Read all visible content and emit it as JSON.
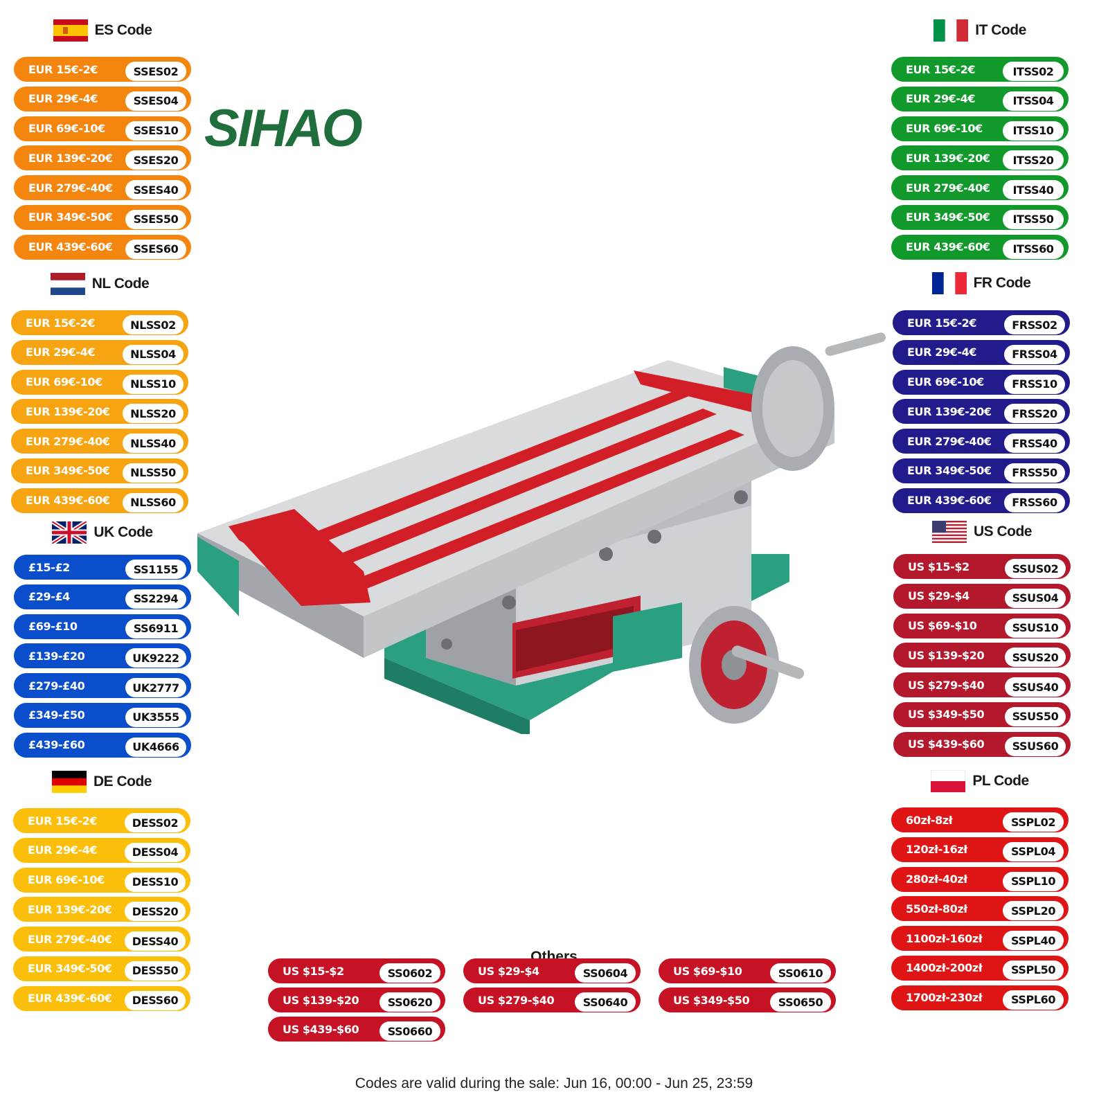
{
  "brand": {
    "logo_text": "SIHAO"
  },
  "colors": {
    "es": "#f4850f",
    "nl": "#f6a411",
    "uk": "#0b4ecb",
    "de": "#fbbe0b",
    "it": "#119a2b",
    "fr": "#211b8c",
    "us": "#b3182c",
    "pl": "#df1515",
    "others": "#c51225"
  },
  "sections": {
    "es": {
      "title": "ES Code",
      "flag": "flag-spain-icon",
      "items": [
        {
          "label": "EUR 15€-2€",
          "code": "SSES02"
        },
        {
          "label": "EUR 29€-4€",
          "code": "SSES04"
        },
        {
          "label": "EUR 69€-10€",
          "code": "SSES10"
        },
        {
          "label": "EUR 139€-20€",
          "code": "SSES20"
        },
        {
          "label": "EUR 279€-40€",
          "code": "SSES40"
        },
        {
          "label": "EUR 349€-50€",
          "code": "SSES50"
        },
        {
          "label": "EUR 439€-60€",
          "code": "SSES60"
        }
      ]
    },
    "nl": {
      "title": "NL Code",
      "flag": "flag-netherlands-icon",
      "items": [
        {
          "label": "EUR 15€-2€",
          "code": "NLSS02"
        },
        {
          "label": "EUR 29€-4€",
          "code": "NLSS04"
        },
        {
          "label": "EUR 69€-10€",
          "code": "NLSS10"
        },
        {
          "label": "EUR 139€-20€",
          "code": "NLSS20"
        },
        {
          "label": "EUR 279€-40€",
          "code": "NLSS40"
        },
        {
          "label": "EUR 349€-50€",
          "code": "NLSS50"
        },
        {
          "label": "EUR 439€-60€",
          "code": "NLSS60"
        }
      ]
    },
    "uk": {
      "title": "UK Code",
      "flag": "flag-uk-icon",
      "items": [
        {
          "label": "£15-£2",
          "code": "SS1155"
        },
        {
          "label": "£29-£4",
          "code": "SS2294"
        },
        {
          "label": "£69-£10",
          "code": "SS6911"
        },
        {
          "label": "£139-£20",
          "code": "UK9222"
        },
        {
          "label": "£279-£40",
          "code": "UK2777"
        },
        {
          "label": "£349-£50",
          "code": "UK3555"
        },
        {
          "label": "£439-£60",
          "code": "UK4666"
        }
      ]
    },
    "de": {
      "title": "DE Code",
      "flag": "flag-germany-icon",
      "items": [
        {
          "label": "EUR 15€-2€",
          "code": "DESS02"
        },
        {
          "label": "EUR 29€-4€",
          "code": "DESS04"
        },
        {
          "label": "EUR 69€-10€",
          "code": "DESS10"
        },
        {
          "label": "EUR 139€-20€",
          "code": "DESS20"
        },
        {
          "label": "EUR 279€-40€",
          "code": "DESS40"
        },
        {
          "label": "EUR 349€-50€",
          "code": "DESS50"
        },
        {
          "label": "EUR 439€-60€",
          "code": "DESS60"
        }
      ]
    },
    "it": {
      "title": "IT Code",
      "flag": "flag-italy-icon",
      "items": [
        {
          "label": "EUR 15€-2€",
          "code": "ITSS02"
        },
        {
          "label": "EUR 29€-4€",
          "code": "ITSS04"
        },
        {
          "label": "EUR 69€-10€",
          "code": "ITSS10"
        },
        {
          "label": "EUR 139€-20€",
          "code": "ITSS20"
        },
        {
          "label": "EUR 279€-40€",
          "code": "ITSS40"
        },
        {
          "label": "EUR 349€-50€",
          "code": "ITSS50"
        },
        {
          "label": "EUR 439€-60€",
          "code": "ITSS60"
        }
      ]
    },
    "fr": {
      "title": "FR Code",
      "flag": "flag-france-icon",
      "items": [
        {
          "label": "EUR 15€-2€",
          "code": "FRSS02"
        },
        {
          "label": "EUR 29€-4€",
          "code": "FRSS04"
        },
        {
          "label": "EUR 69€-10€",
          "code": "FRSS10"
        },
        {
          "label": "EUR 139€-20€",
          "code": "FRSS20"
        },
        {
          "label": "EUR 279€-40€",
          "code": "FRSS40"
        },
        {
          "label": "EUR 349€-50€",
          "code": "FRSS50"
        },
        {
          "label": "EUR 439€-60€",
          "code": "FRSS60"
        }
      ]
    },
    "us": {
      "title": "US Code",
      "flag": "flag-usa-icon",
      "items": [
        {
          "label": "US $15-$2",
          "code": "SSUS02"
        },
        {
          "label": "US $29-$4",
          "code": "SSUS04"
        },
        {
          "label": "US $69-$10",
          "code": "SSUS10"
        },
        {
          "label": "US $139-$20",
          "code": "SSUS20"
        },
        {
          "label": "US $279-$40",
          "code": "SSUS40"
        },
        {
          "label": "US $349-$50",
          "code": "SSUS50"
        },
        {
          "label": "US $439-$60",
          "code": "SSUS60"
        }
      ]
    },
    "pl": {
      "title": "PL Code",
      "flag": "flag-poland-icon",
      "items": [
        {
          "label": "60zł-8zł",
          "code": "SSPL02"
        },
        {
          "label": "120zł-16zł",
          "code": "SSPL04"
        },
        {
          "label": "280zł-40zł",
          "code": "SSPL10"
        },
        {
          "label": "550zł-80zł",
          "code": "SSPL20"
        },
        {
          "label": "1100zł-160zł",
          "code": "SSPL40"
        },
        {
          "label": "1400zł-200zł",
          "code": "SSPL50"
        },
        {
          "label": "1700zł-230zł",
          "code": "SSPL60"
        }
      ]
    }
  },
  "others": {
    "title": "Others",
    "items": [
      {
        "label": "US $15-$2",
        "code": "SS0602"
      },
      {
        "label": "US $29-$4",
        "code": "SS0604"
      },
      {
        "label": "US $69-$10",
        "code": "SS0610"
      },
      {
        "label": "US $139-$20",
        "code": "SS0620"
      },
      {
        "label": "US $279-$40",
        "code": "SS0640"
      },
      {
        "label": "US $349-$50",
        "code": "SS0650"
      },
      {
        "label": "US $439-$60",
        "code": "SS0660"
      }
    ]
  },
  "footer": {
    "text": "Codes are valid during the sale: Jun 16, 00:00 - Jun 25, 23:59"
  }
}
